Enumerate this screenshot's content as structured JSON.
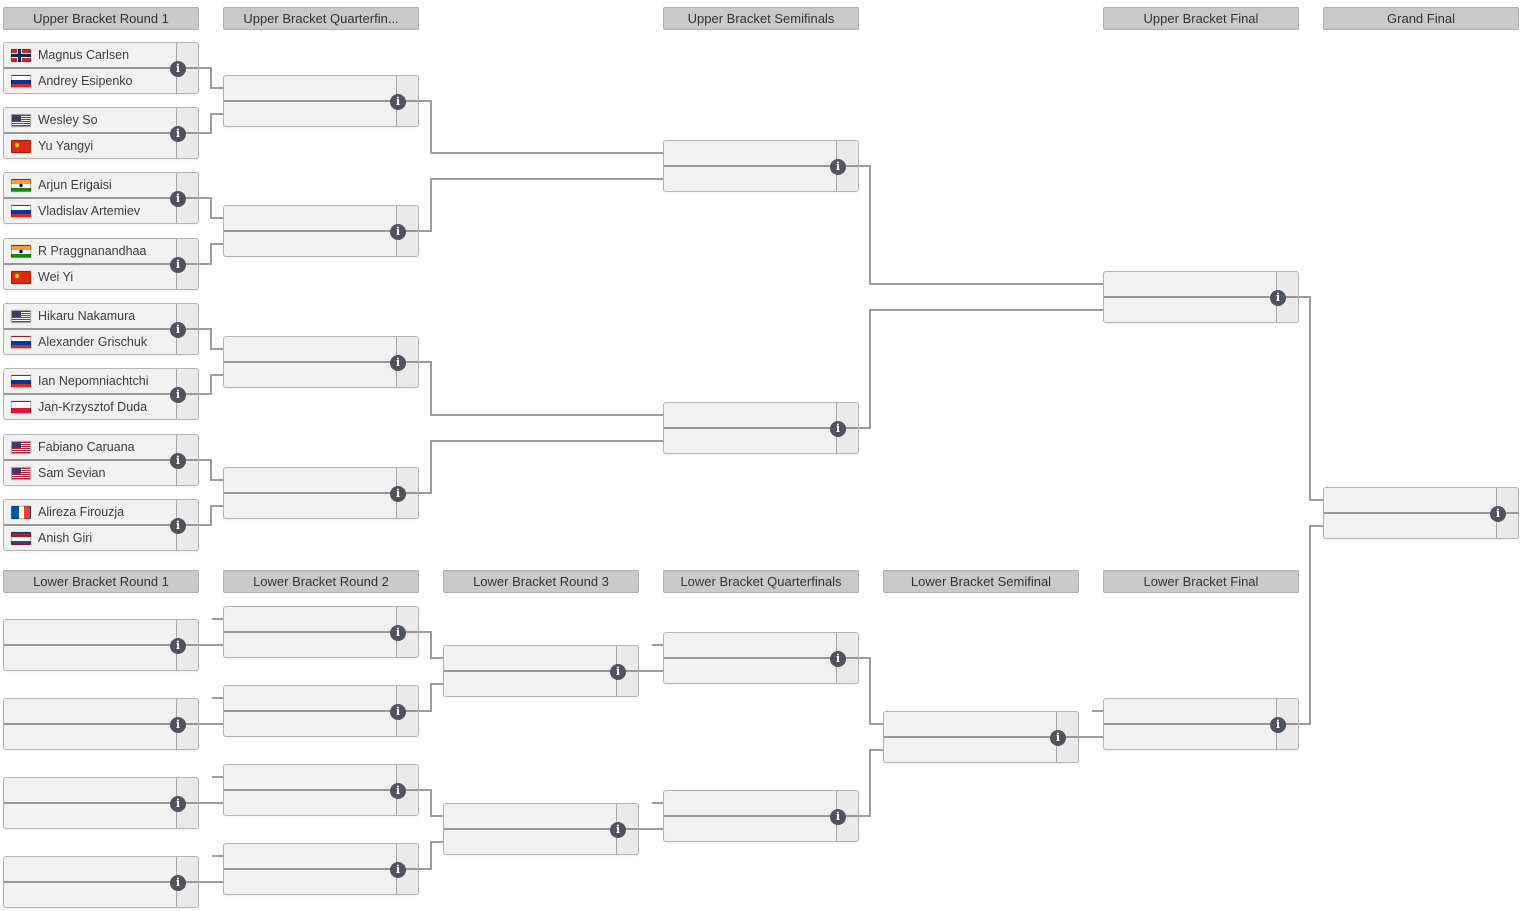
{
  "headers": {
    "upper": [
      "Upper Bracket Round 1",
      "Upper Bracket Quarterfin...",
      "Upper Bracket Semifinals",
      "Upper Bracket Final",
      "Grand Final"
    ],
    "lower": [
      "Lower Bracket Round 1",
      "Lower Bracket Round 2",
      "Lower Bracket Round 3",
      "Lower Bracket Quarterfinals",
      "Lower Bracket Semifinal",
      "Lower Bracket Final"
    ]
  },
  "bracket": {
    "upper_round_1_matches": [
      {
        "p1": {
          "name": "Magnus Carlsen",
          "flag": "norway"
        },
        "p2": {
          "name": "Andrey Esipenko",
          "flag": "russia"
        }
      },
      {
        "p1": {
          "name": "Wesley So",
          "flag": "usa"
        },
        "p2": {
          "name": "Yu Yangyi",
          "flag": "china"
        }
      },
      {
        "p1": {
          "name": "Arjun Erigaisi",
          "flag": "india"
        },
        "p2": {
          "name": "Vladislav Artemiev",
          "flag": "russia"
        }
      },
      {
        "p1": {
          "name": "R Praggnanandhaa",
          "flag": "india"
        },
        "p2": {
          "name": "Wei Yi",
          "flag": "china"
        }
      },
      {
        "p1": {
          "name": "Hikaru Nakamura",
          "flag": "usa"
        },
        "p2": {
          "name": "Alexander Grischuk",
          "flag": "russia"
        }
      },
      {
        "p1": {
          "name": "Ian Nepomniachtchi",
          "flag": "russia"
        },
        "p2": {
          "name": "Jan-Krzysztof Duda",
          "flag": "poland"
        }
      },
      {
        "p1": {
          "name": "Fabiano Caruana",
          "flag": "usa"
        },
        "p2": {
          "name": "Sam Sevian",
          "flag": "usa"
        }
      },
      {
        "p1": {
          "name": "Alireza Firouzja",
          "flag": "france"
        },
        "p2": {
          "name": "Anish Giri",
          "flag": "netherlands"
        }
      }
    ],
    "empty_match_counts": {
      "upper_quarterfinals": 4,
      "upper_semifinals": 2,
      "upper_final": 1,
      "grand_final": 1,
      "lower_round_1": 4,
      "lower_round_2": 4,
      "lower_round_3": 2,
      "lower_quarterfinals": 2,
      "lower_semifinal": 1,
      "lower_final": 1
    }
  },
  "icons": {
    "info_glyph": "i"
  },
  "colors": {
    "page_bg": "#ffffff",
    "header_bg": "#c9c9c9",
    "header_border": "#aeaeae",
    "match_bg": "#f1f1f1",
    "match_border": "#b3b3b3",
    "score_col_bg": "#eaeaea",
    "divider": "#979797",
    "connector": "#9c9c9c",
    "info_icon_bg": "#4e545a",
    "text": "#3d3d3d"
  }
}
